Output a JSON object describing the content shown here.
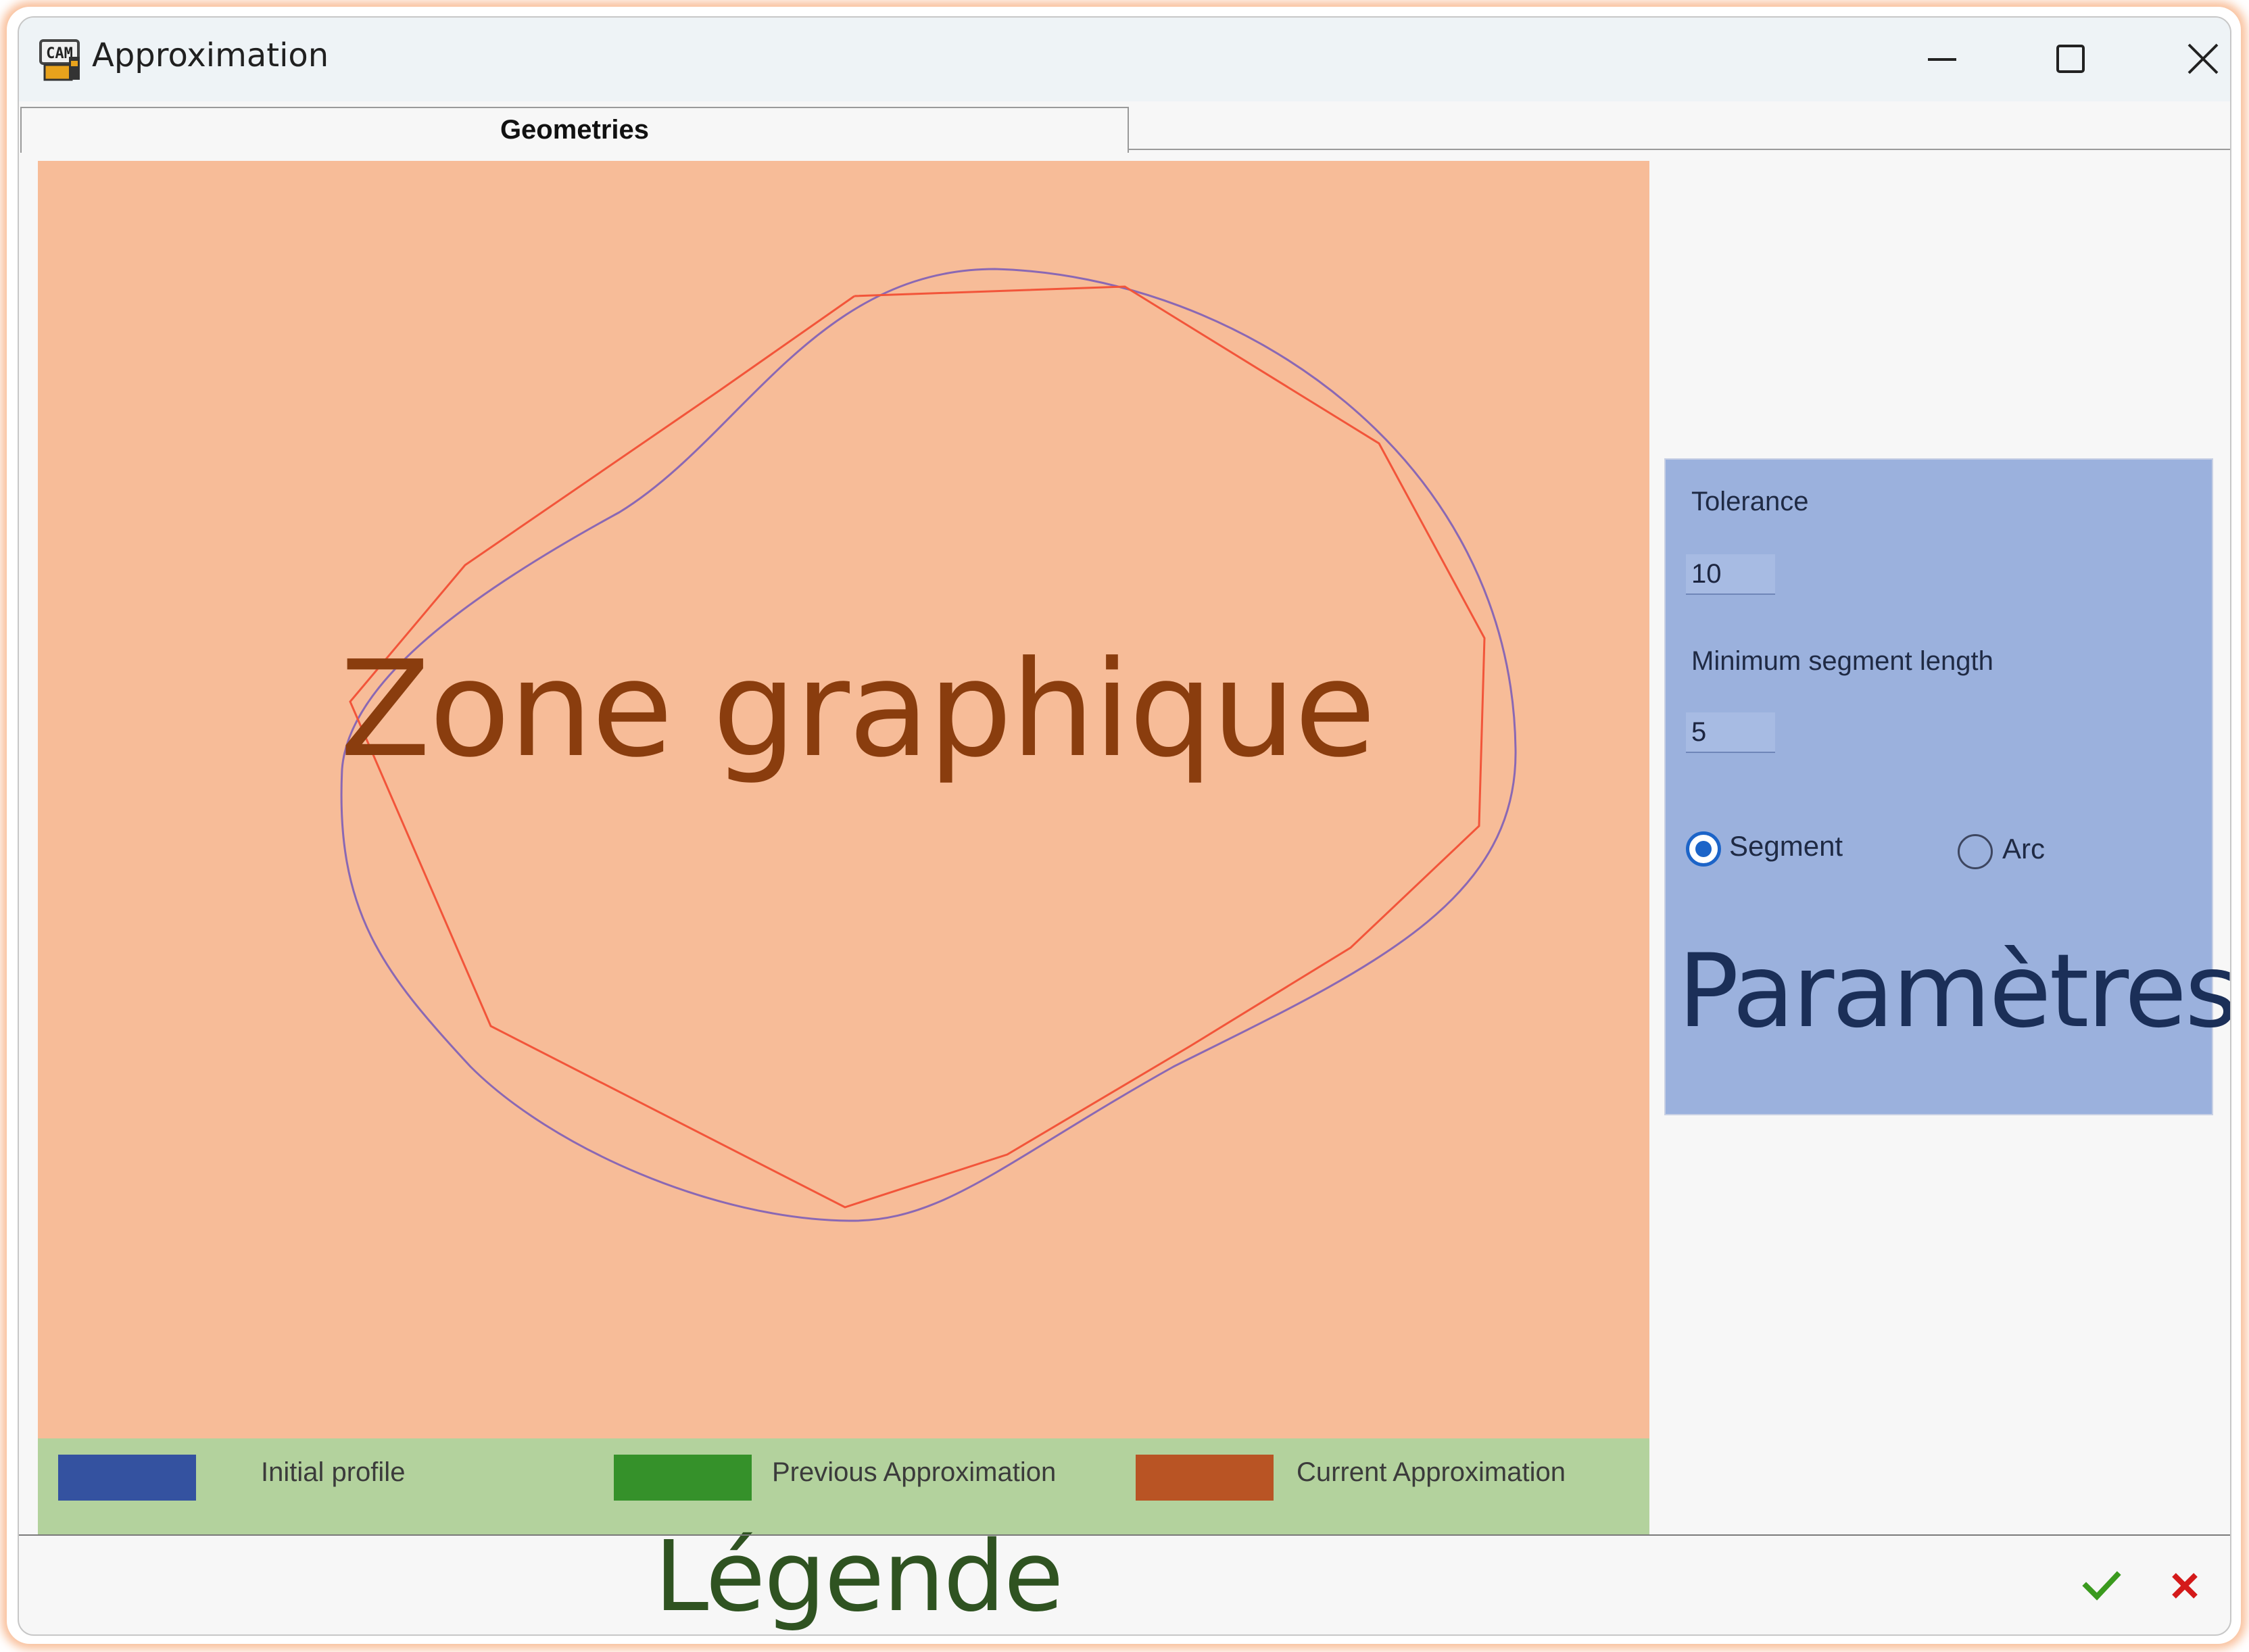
{
  "window": {
    "title": "Approximation",
    "icon": "cam-app-icon"
  },
  "title_controls": [
    "minimize-icon",
    "maximize-icon",
    "close-icon"
  ],
  "tabs": [
    {
      "label": "Geometries",
      "selected": true
    }
  ],
  "graphic_zone": {
    "label": "Zone graphique"
  },
  "legend": {
    "title": "Légende",
    "items": [
      {
        "label": "Initial profile",
        "color": "#3452a0"
      },
      {
        "label": "Previous Approximation",
        "color": "#35912a"
      },
      {
        "label": "Current Approximation",
        "color": "#b95424"
      }
    ]
  },
  "parameters": {
    "title": "Paramètres",
    "tolerance": {
      "label": "Tolerance",
      "value": "10"
    },
    "min_segment_length": {
      "label": "Minimum segment length",
      "value": "5"
    },
    "mode": {
      "options": [
        {
          "label": "Segment",
          "selected": true
        },
        {
          "label": "Arc",
          "selected": false
        }
      ]
    }
  },
  "actions": {
    "ok_icon": "check-icon",
    "cancel_icon": "cross-icon",
    "ok_color": "#3a9a1e",
    "cancel_color": "#d41a1a"
  },
  "colors": {
    "canvas_background": "#f7bc98",
    "legend_background": "#b3d29d",
    "parameters_background": "#9bb1dd",
    "initial_profile_curve": "#8a68b4",
    "current_approximation_polyline": "#f2553a"
  }
}
